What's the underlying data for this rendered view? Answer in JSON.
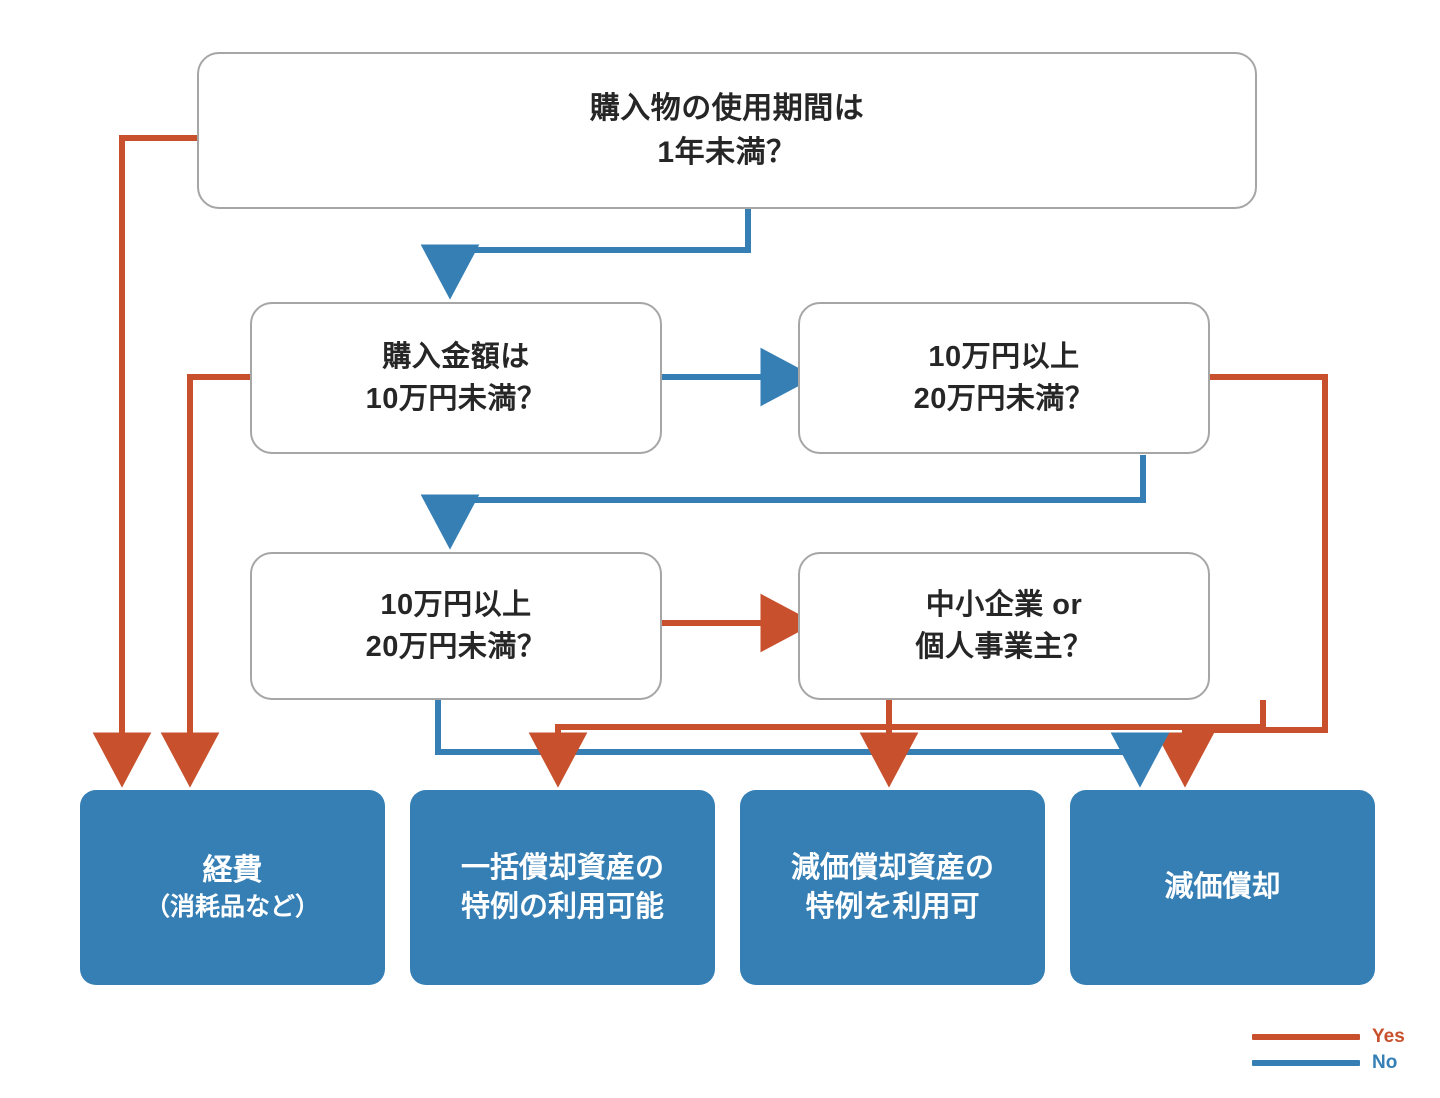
{
  "diagram": {
    "title": "",
    "colors": {
      "yes": "#C8502C",
      "no": "#357FB5",
      "node_border": "#A6A6A6",
      "node_fill": "#FFFFFF",
      "result_fill": "#357FB5",
      "node_text": "#262626",
      "result_text": "#FFFFFF",
      "background": "#FFFFFF"
    },
    "decision_nodes": [
      {
        "id": "q-usage-period",
        "line1": "購入物の使用期間は",
        "line2": "1年未満？"
      },
      {
        "id": "q-amount-under-100k",
        "line1": "購入金額は",
        "line2": "10万円未満？"
      },
      {
        "id": "q-100k-to-200k-a",
        "line1": "10万円以上",
        "line2": "20万円未満？"
      },
      {
        "id": "q-100k-to-200k-b",
        "line1": "10万円以上",
        "line2": "20万円未満？"
      },
      {
        "id": "q-sme-or-sole-proprietor",
        "line1": "中小企業 or",
        "line2": "個人事業主？"
      }
    ],
    "result_nodes": [
      {
        "id": "r-expense",
        "line1": "経費",
        "line2": "（消耗品など）"
      },
      {
        "id": "r-lump-sum-depreciation",
        "line1": "一括償却資産の",
        "line2": "特例の利用可能"
      },
      {
        "id": "r-depreciable-asset-special",
        "line1": "減価償却資産の",
        "line2": "特例を利用可"
      },
      {
        "id": "r-depreciation",
        "line1": "減価償却",
        "line2": ""
      }
    ],
    "legend": {
      "yes_label": "Yes",
      "no_label": "No"
    },
    "edges": [
      {
        "from": "q-usage-period",
        "to": "r-expense",
        "branch": "Yes"
      },
      {
        "from": "q-usage-period",
        "to": "q-amount-under-100k",
        "branch": "No"
      },
      {
        "from": "q-amount-under-100k",
        "to": "r-expense",
        "branch": "Yes"
      },
      {
        "from": "q-amount-under-100k",
        "to": "q-100k-to-200k-a",
        "branch": "No"
      },
      {
        "from": "q-100k-to-200k-a",
        "to": "r-depreciation",
        "branch": "Yes"
      },
      {
        "from": "q-100k-to-200k-a",
        "to": "q-100k-to-200k-b",
        "branch": "No"
      },
      {
        "from": "q-100k-to-200k-b",
        "to": "q-sme-or-sole-proprietor",
        "branch": "Yes"
      },
      {
        "from": "q-100k-to-200k-b",
        "to": "r-depreciation",
        "branch": "No"
      },
      {
        "from": "q-sme-or-sole-proprietor",
        "to": "r-depreciable-asset-special",
        "branch": "Yes"
      },
      {
        "from": "q-sme-or-sole-proprietor",
        "to": "r-lump-sum-depreciation",
        "branch": "No"
      }
    ]
  }
}
